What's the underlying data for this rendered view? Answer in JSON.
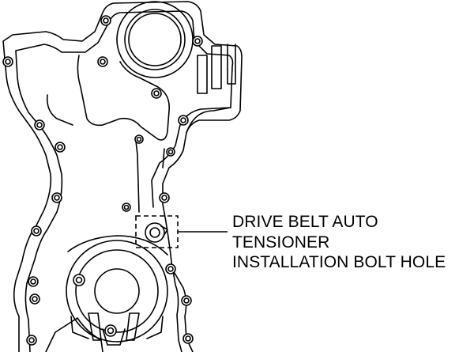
{
  "diagram": {
    "callout_lines": [
      "DRIVE BELT AUTO",
      "TENSIONER",
      "INSTALLATION BOLT HOLE"
    ],
    "colors": {
      "line": "#000000",
      "background": "#ffffff"
    }
  }
}
